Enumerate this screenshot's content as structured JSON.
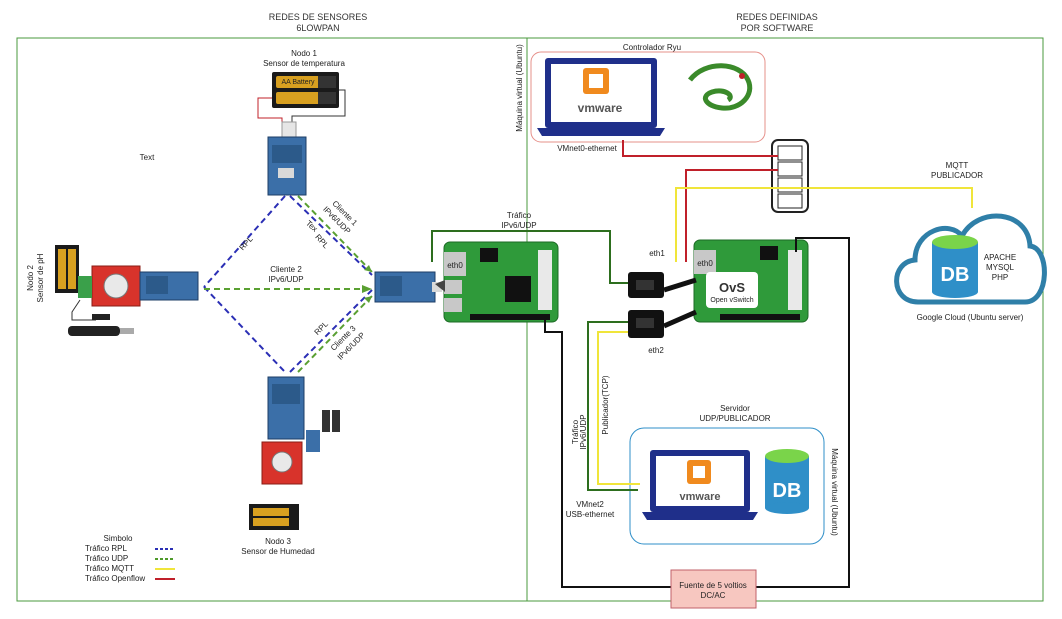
{
  "headers": {
    "left_line1": "REDES DE SENSORES",
    "left_line2": "6LOWPAN",
    "right_line1": "REDES DEFINIDAS",
    "right_line2": "POR SOFTWARE"
  },
  "nodes": {
    "n1_line1": "Nodo  1",
    "n1_line2": "Sensor de temperatura",
    "battery": "AA Battery",
    "n2_line1": "Nodo  2",
    "n2_line2": "Sensor de pH",
    "n3_line1": "Nodo  3",
    "n3_line2": "Sensor de Humedad",
    "placeholder": "Text"
  },
  "links": {
    "rpl": "RPL",
    "cliente1_line1": "Cliente 1",
    "cliente1_line2": "IPv6/UDP",
    "cliente2_line1": "Cliente 2",
    "cliente2_line2": "IPv6/UDP",
    "cliente3_line1": "Cliente 3",
    "cliente3_line2": "IPv6/UDP",
    "trafico_ipv6_line1": "Tráfico",
    "trafico_ipv6_line2": "IPv6/UDP",
    "overlap_text": "Tex"
  },
  "sdn": {
    "vm_label": "Máquina virtual (Ubuntu)",
    "ryu_title": "Controlador  Ryu",
    "vmnet0": "VMnet0-ethernet",
    "vmware": "vmware",
    "eth0": "eth0",
    "eth1": "eth1",
    "eth2": "eth2",
    "ovs": "OvS",
    "ovs_sub": "Open vSwitch",
    "mqtt_line1": "MQTT",
    "mqtt_line2": "PUBLICADOR",
    "db": "DB",
    "cloud_line1": "APACHE",
    "cloud_line2": "MYSQL",
    "cloud_line3": "PHP",
    "google_cloud": "Google Cloud (Ubuntu server)",
    "publicador_tcp": "Publicador(TCP)",
    "trafico_v_line1": "Tráfico",
    "trafico_v_line2": "IPv6/UDP",
    "servidor_line1": "Servidor",
    "servidor_line2": "UDP/PUBLICADOR",
    "vmnet2_line1": "VMnet2",
    "vmnet2_line2": "USB-ethernet",
    "vm_label2": "Máquina virtual (Ubuntu)",
    "fuente_line1": "Fuente de  5 voltios",
    "fuente_line2": "DC/AC"
  },
  "legend": {
    "title": "Simbolo",
    "items": [
      {
        "label": "Tráfico RPL",
        "color": "#2b2fb5"
      },
      {
        "label": "Tráfico UDP",
        "color": "#4f9a2a"
      },
      {
        "label": "Tráfico MQTT",
        "color": "#f0e53a"
      },
      {
        "label": "Tráfico Openflow",
        "color": "#c0202a"
      }
    ]
  },
  "colors": {
    "frame": "#4a9a3c",
    "rpl": "#2b2fb5",
    "udp": "#5aa032",
    "mqtt": "#f0e53a",
    "openflow": "#c0202a",
    "ethernet_green": "#2d6e1e",
    "power": "#111111",
    "pcb_green": "#2f9a3a",
    "vmware_orange": "#f08a1e",
    "db_blue": "#2f8fc8"
  }
}
